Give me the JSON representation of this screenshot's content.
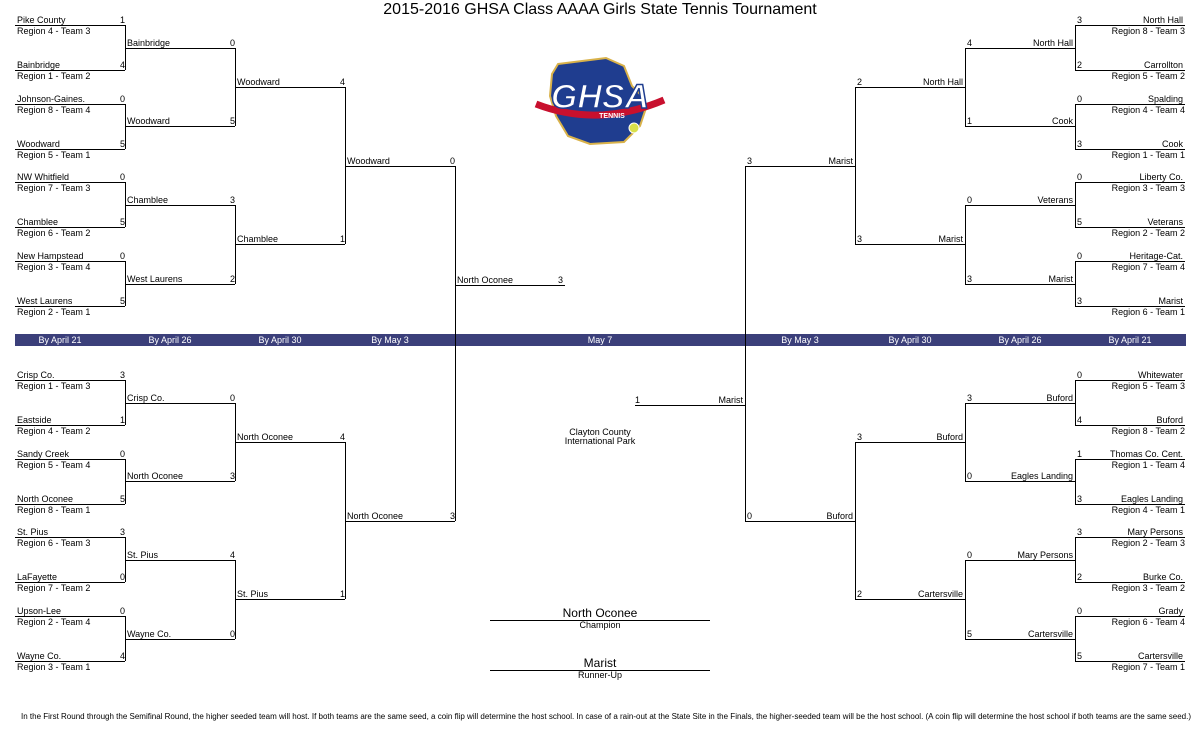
{
  "title": "2015-2016 GHSA Class AAAA Girls State Tennis Tournament",
  "logo": {
    "text": "GHSA",
    "subtext": "TENNIS",
    "icon": "ghsa-tennis-logo",
    "colors": {
      "blue": "#1f3d8f",
      "red": "#c8102e",
      "gold": "#d9b24a"
    }
  },
  "dates": [
    "By April 21",
    "By April 26",
    "By April 30",
    "By May 3",
    "May 7",
    "By May 3",
    "By April 30",
    "By April 26",
    "By April 21"
  ],
  "venue": [
    "Clayton County",
    "International Park"
  ],
  "champion": {
    "name": "North Oconee",
    "label": "Champion"
  },
  "runner_up": {
    "name": "Marist",
    "label": "Runner-Up"
  },
  "footnote": "In the First Round through the Semifinal Round, the higher seeded team will host. If both teams are the same seed, a coin flip will determine the host school. In case of a rain-out at the State Site in the Finals, the higher-seeded team will be the host school.  (A coin flip will determine the host school if both teams are the same seed.)",
  "left_top": {
    "r1": [
      {
        "name": "Pike County",
        "seed": "Region 4 - Team 3",
        "score": "1"
      },
      {
        "name": "Bainbridge",
        "seed": "Region 1 - Team 2",
        "score": "4"
      },
      {
        "name": "Johnson-Gaines.",
        "seed": "Region 8 - Team 4",
        "score": "0"
      },
      {
        "name": "Woodward",
        "seed": "Region 5 - Team 1",
        "score": "5"
      },
      {
        "name": "NW Whitfield",
        "seed": "Region 7 - Team 3",
        "score": "0"
      },
      {
        "name": "Chamblee",
        "seed": "Region 6 - Team 2",
        "score": "5"
      },
      {
        "name": "New Hampstead",
        "seed": "Region 3 - Team 4",
        "score": "0"
      },
      {
        "name": "West Laurens",
        "seed": "Region 2 - Team 1",
        "score": "5"
      }
    ],
    "r2": [
      {
        "name": "Bainbridge",
        "score": "0"
      },
      {
        "name": "Woodward",
        "score": "5"
      },
      {
        "name": "Chamblee",
        "score": "3"
      },
      {
        "name": "West Laurens",
        "score": "2"
      }
    ],
    "r3": [
      {
        "name": "Woodward",
        "score": "4"
      },
      {
        "name": "Chamblee",
        "score": "1"
      }
    ],
    "r4": {
      "name": "Woodward",
      "score": "0"
    }
  },
  "left_bottom": {
    "r1": [
      {
        "name": "Crisp Co.",
        "seed": "Region 1 - Team 3",
        "score": "3"
      },
      {
        "name": "Eastside",
        "seed": "Region 4 - Team 2",
        "score": "1"
      },
      {
        "name": "Sandy Creek",
        "seed": "Region 5 - Team 4",
        "score": "0"
      },
      {
        "name": "North Oconee",
        "seed": "Region 8 - Team 1",
        "score": "5"
      },
      {
        "name": "St. Pius",
        "seed": "Region 6 - Team 3",
        "score": "3"
      },
      {
        "name": "LaFayette",
        "seed": "Region 7 - Team 2",
        "score": "0"
      },
      {
        "name": "Upson-Lee",
        "seed": "Region 2 - Team 4",
        "score": "0"
      },
      {
        "name": "Wayne Co.",
        "seed": "Region 3 - Team 1",
        "score": "4"
      }
    ],
    "r2": [
      {
        "name": "Crisp Co.",
        "score": "0"
      },
      {
        "name": "North Oconee",
        "score": "3"
      },
      {
        "name": "St. Pius",
        "score": "4"
      },
      {
        "name": "Wayne Co.",
        "score": "0"
      }
    ],
    "r3": [
      {
        "name": "North Oconee",
        "score": "4"
      },
      {
        "name": "St. Pius",
        "score": "1"
      }
    ],
    "r4": {
      "name": "North Oconee",
      "score": "3"
    }
  },
  "left_final": {
    "name": "North Oconee",
    "score": "3"
  },
  "right_top": {
    "r1": [
      {
        "name": "North Hall",
        "seed": "Region 8 - Team 3",
        "score": "3"
      },
      {
        "name": "Carrollton",
        "seed": "Region 5 - Team 2",
        "score": "2"
      },
      {
        "name": "Spalding",
        "seed": "Region 4 - Team 4",
        "score": "0"
      },
      {
        "name": "Cook",
        "seed": "Region 1 - Team 1",
        "score": "3"
      },
      {
        "name": "Liberty Co.",
        "seed": "Region 3 - Team 3",
        "score": "0"
      },
      {
        "name": "Veterans",
        "seed": "Region 2 - Team 2",
        "score": "5"
      },
      {
        "name": "Heritage-Cat.",
        "seed": "Region 7 - Team 4",
        "score": "0"
      },
      {
        "name": "Marist",
        "seed": "Region 6 - Team 1",
        "score": "3"
      }
    ],
    "r2": [
      {
        "name": "North Hall",
        "score": "4"
      },
      {
        "name": "Cook",
        "score": "1"
      },
      {
        "name": "Veterans",
        "score": "0"
      },
      {
        "name": "Marist",
        "score": "3"
      }
    ],
    "r3": [
      {
        "name": "North Hall",
        "score": "2"
      },
      {
        "name": "Marist",
        "score": "3"
      }
    ],
    "r4": {
      "name": "Marist",
      "score": "3"
    }
  },
  "right_bottom": {
    "r1": [
      {
        "name": "Whitewater",
        "seed": "Region 5 - Team 3",
        "score": "0"
      },
      {
        "name": "Buford",
        "seed": "Region 8 - Team 2",
        "score": "4"
      },
      {
        "name": "Thomas Co. Cent.",
        "seed": "Region 1 - Team 4",
        "score": "1"
      },
      {
        "name": "Eagles Landing",
        "seed": "Region 4 - Team 1",
        "score": "3"
      },
      {
        "name": "Mary Persons",
        "seed": "Region 2 - Team 3",
        "score": "3"
      },
      {
        "name": "Burke Co.",
        "seed": "Region 3 - Team 2",
        "score": "2"
      },
      {
        "name": "Grady",
        "seed": "Region 6 - Team 4",
        "score": "0"
      },
      {
        "name": "Cartersville",
        "seed": "Region 7 - Team 1",
        "score": "5"
      }
    ],
    "r2": [
      {
        "name": "Buford",
        "score": "3"
      },
      {
        "name": "Eagles Landing",
        "score": "0"
      },
      {
        "name": "Mary Persons",
        "score": "0"
      },
      {
        "name": "Cartersville",
        "score": "5"
      }
    ],
    "r3": [
      {
        "name": "Buford",
        "score": "3"
      },
      {
        "name": "Cartersville",
        "score": "2"
      }
    ],
    "r4": {
      "name": "Buford",
      "score": "0"
    }
  },
  "right_final": {
    "name": "Marist",
    "score": "1"
  }
}
